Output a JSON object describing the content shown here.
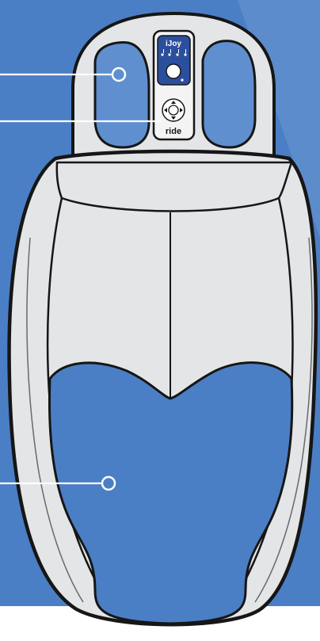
{
  "brand": {
    "logo_text": "iJoy",
    "ride_text": "ride"
  },
  "colors": {
    "background_blue": "#4b7fc5",
    "background_blue_light": "#6b97d2",
    "cushion_fill": "#e4e5e7",
    "cushion_stroke": "#161616",
    "seat_pad_blue": "#4b7fc5",
    "callout_line": "#ffffff",
    "controller_blue": "#2c4f9d"
  },
  "controller": {
    "logo_icon": "ijoy-logo",
    "upper_pad_icon": "selector-dial",
    "lower_pad_icon": "navigation-dpad"
  },
  "callouts": [
    {
      "target": "headrest-massage-zone",
      "icon": "callout-dot"
    },
    {
      "target": "handheld-controller",
      "icon": "callout-dot"
    },
    {
      "target": "seat-massage-zone",
      "icon": "callout-dot"
    }
  ]
}
